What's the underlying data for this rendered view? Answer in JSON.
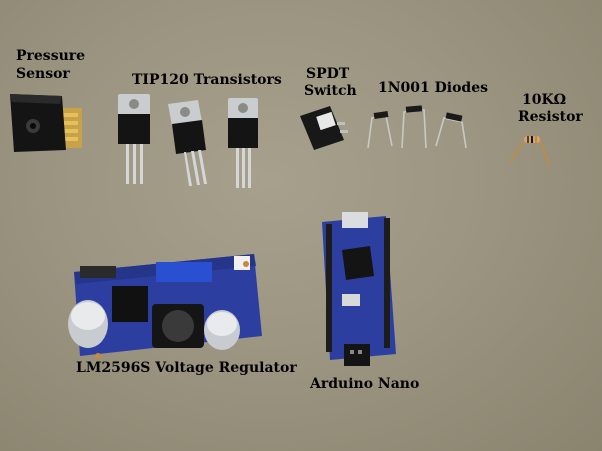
{
  "labels": {
    "pressure_sensor_line1": "Pressure",
    "pressure_sensor_line2": "Sensor",
    "tip120": "TIP120 Transistors",
    "spdt_line1": "SPDT",
    "spdt_line2": "Switch",
    "diodes": "1N001 Diodes",
    "resistor_line1": "10KΩ",
    "resistor_line2": "Resistor",
    "regulator": "LM2596S Voltage Regulator",
    "nano": "Arduino Nano"
  },
  "colors": {
    "background": "#9b9581",
    "pcb_blue": "#2c3fa0",
    "board_dark": "#1a1f4a",
    "component_black": "#151515",
    "metal": "#cfd3d6",
    "copper": "#c58a3f"
  }
}
